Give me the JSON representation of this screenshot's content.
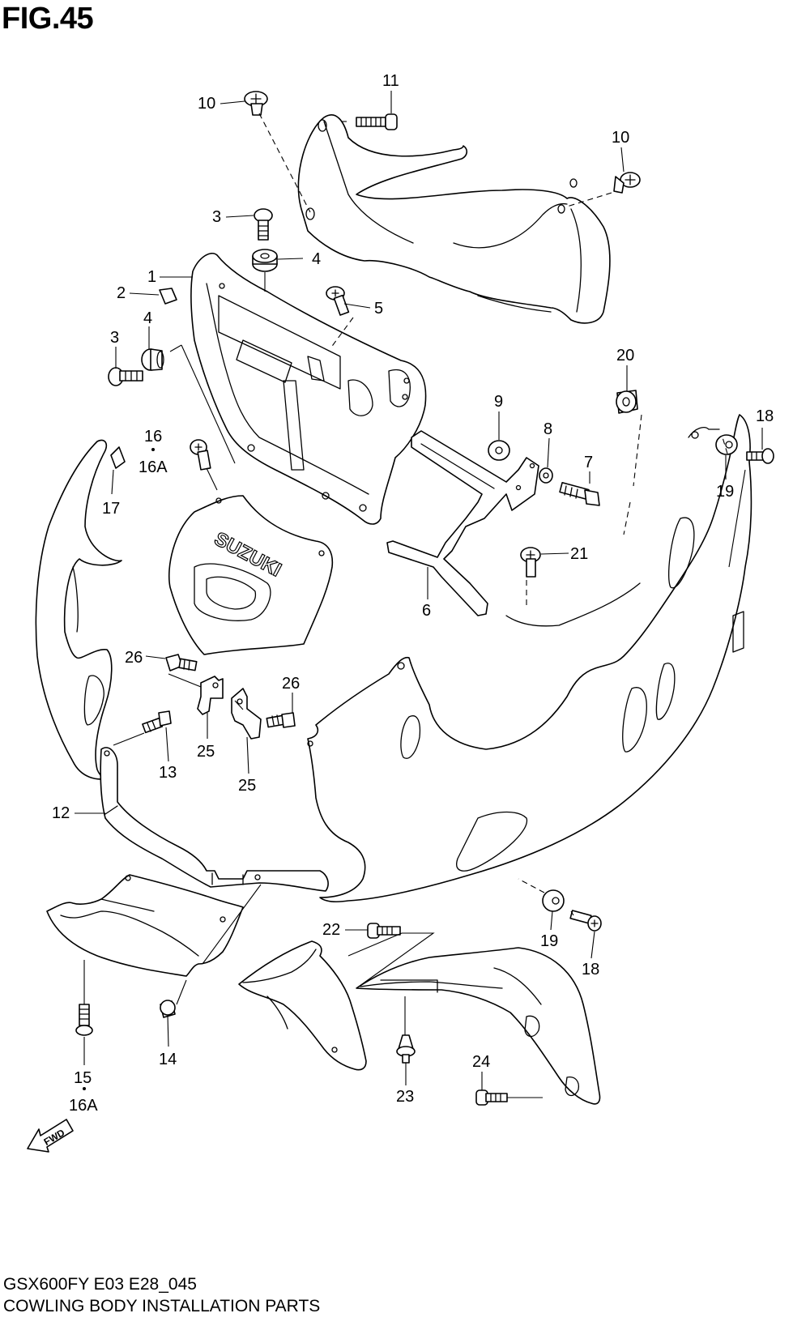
{
  "figure": {
    "title": "FIG.45",
    "model_code": "GSX600FY E03 E28_045",
    "caption": "COWLING BODY INSTALLATION PARTS"
  },
  "diagram": {
    "brand_mark": "SUZUKI",
    "direction_mark": "FWD",
    "callouts": [
      {
        "id": "c11",
        "text": "11"
      },
      {
        "id": "c10a",
        "text": "10"
      },
      {
        "id": "c10b",
        "text": "10"
      },
      {
        "id": "c3a",
        "text": "3"
      },
      {
        "id": "c4a",
        "text": "4"
      },
      {
        "id": "c1",
        "text": "1"
      },
      {
        "id": "c2",
        "text": "2"
      },
      {
        "id": "c5",
        "text": "5"
      },
      {
        "id": "c3b",
        "text": "3"
      },
      {
        "id": "c4b",
        "text": "4"
      },
      {
        "id": "c20",
        "text": "20"
      },
      {
        "id": "c9",
        "text": "9"
      },
      {
        "id": "c8",
        "text": "8"
      },
      {
        "id": "c7",
        "text": "7"
      },
      {
        "id": "c18a",
        "text": "18"
      },
      {
        "id": "c19a",
        "text": "19"
      },
      {
        "id": "c16",
        "text": "16"
      },
      {
        "id": "c16a1",
        "text": "16A"
      },
      {
        "id": "c17",
        "text": "17"
      },
      {
        "id": "c21",
        "text": "21"
      },
      {
        "id": "c6",
        "text": "6"
      },
      {
        "id": "c26a",
        "text": "26"
      },
      {
        "id": "c26b",
        "text": "26"
      },
      {
        "id": "c25a",
        "text": "25"
      },
      {
        "id": "c25b",
        "text": "25"
      },
      {
        "id": "c13",
        "text": "13"
      },
      {
        "id": "c12",
        "text": "12"
      },
      {
        "id": "c22",
        "text": "22"
      },
      {
        "id": "c19b",
        "text": "19"
      },
      {
        "id": "c18b",
        "text": "18"
      },
      {
        "id": "c15",
        "text": "15"
      },
      {
        "id": "c16a2",
        "text": "16A"
      },
      {
        "id": "c14",
        "text": "14"
      },
      {
        "id": "c23",
        "text": "23"
      },
      {
        "id": "c24",
        "text": "24"
      }
    ]
  }
}
